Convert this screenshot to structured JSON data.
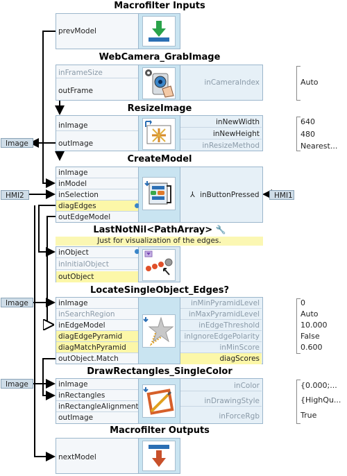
{
  "macrofilter_inputs": {
    "title": "Macrofilter Inputs",
    "ports": [
      "prevModel"
    ]
  },
  "webcamera": {
    "title": "WebCamera_GrabImage",
    "inputs": [
      "inFrameSize",
      "outFrame"
    ],
    "params": [
      "inCameraIndex"
    ],
    "values": [
      "Auto"
    ]
  },
  "resize": {
    "title": "ResizeImage",
    "inputs": [
      "inImage",
      "outImage"
    ],
    "params": [
      "inNewWidth",
      "inNewHeight",
      "inResizeMethod"
    ],
    "values": [
      "640",
      "480",
      "Nearest..."
    ]
  },
  "createmodel": {
    "title": "CreateModel",
    "inputs": [
      "inImage",
      "inModel",
      "inSelection",
      "diagEdges",
      "outEdgeModel"
    ],
    "button_param": "inButtonPressed"
  },
  "lastnotnil": {
    "title": "LastNotNil<PathArray>",
    "note": "Just for visualization of the edges.",
    "inputs": [
      "inObject",
      "inInitialObject",
      "outObject"
    ]
  },
  "locate": {
    "title": "LocateSingleObject_Edges?",
    "inputs": [
      "inImage",
      "inSearchRegion",
      "inEdgeModel",
      "diagEdgePyramid",
      "diagMatchPyramid",
      "outObject.Match"
    ],
    "params": [
      "inMinPyramidLevel",
      "inMaxPyramidLevel",
      "inEdgeThreshold",
      "inIgnoreEdgePolarity",
      "inMinScore",
      "diagScores"
    ],
    "values": [
      "0",
      "Auto",
      "10.000",
      "False",
      "0.600"
    ]
  },
  "drawrect": {
    "title": "DrawRectangles_SingleColor",
    "inputs": [
      "inImage",
      "inRectangles",
      "inRectangleAlignment",
      "outImage"
    ],
    "params": [
      "inColor",
      "inDrawingStyle",
      "inForceRgb"
    ],
    "values": [
      "{0.000;...",
      "{HighQu...",
      "True"
    ]
  },
  "macrofilter_outputs": {
    "title": "Macrofilter Outputs",
    "ports": [
      "nextModel"
    ]
  },
  "tags": {
    "image_out": "Image",
    "hmi2": "HMI2",
    "hmi1": "HMI1",
    "image_in_locate": "Image",
    "image_in_draw": "Image"
  },
  "colors": {
    "panel_border": "#9bb6cc",
    "icon_bg": "#c9e4f1",
    "highlight_yellow": "#fcf7a8",
    "arrow_green": "#2aa34a",
    "arrow_red": "#c8502a"
  }
}
